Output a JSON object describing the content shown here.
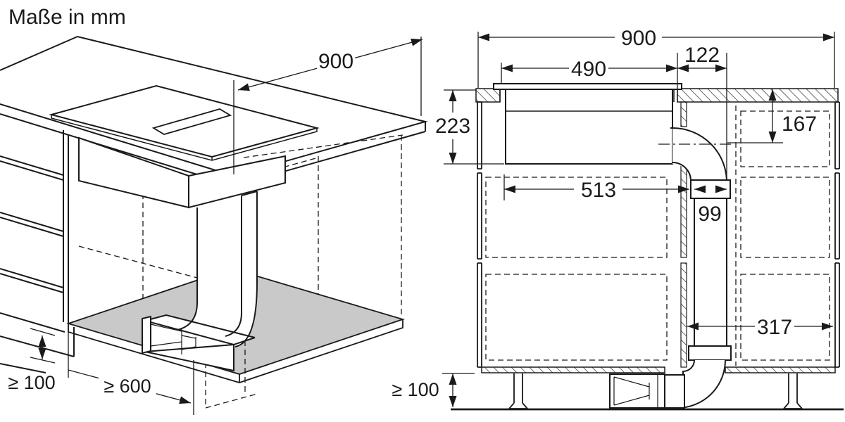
{
  "title": "Maße in mm",
  "colors": {
    "line": "#1a1a1a",
    "floor_highlight": "#c9c9c9",
    "background": "#ffffff"
  },
  "perspective_view": {
    "dims": {
      "counter_width": "900",
      "plinth_height": "≥ 100",
      "base_cabinet_depth": "≥ 600"
    }
  },
  "section_view": {
    "dims": {
      "counter_width": "900",
      "cutout_width": "490",
      "duct_offset": "122",
      "hob_depth": "223",
      "duct_center_below_top": "167",
      "hob_body_width": "513",
      "duct_width": "99",
      "duct_side_clearance": "317",
      "plinth_height": "≥ 100"
    }
  }
}
